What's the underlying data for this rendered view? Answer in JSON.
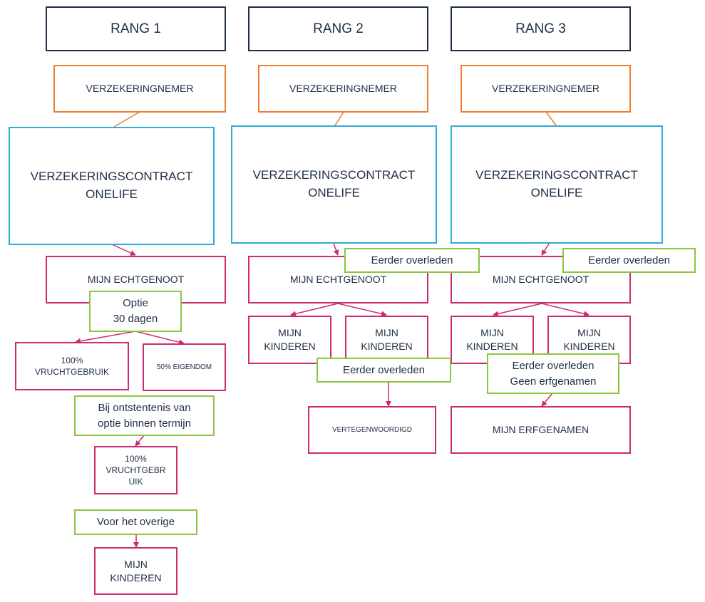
{
  "ranks": [
    "RANG 1",
    "RANG 2",
    "RANG 3"
  ],
  "holder_label": "VERZEKERINGNEMER",
  "contract_label": "VERZEKERINGSCONTRACT\nONELIFE",
  "colors": {
    "rank_border": "#1c2e45",
    "holder_border": "#ed7d31",
    "contract_border": "#2eaed6",
    "person_border": "#cc2a72",
    "condition_border": "#8cc63f",
    "text": "#1f2f45"
  },
  "rank1": {
    "spouse": "MIJN ECHTGENOOT",
    "option": "Optie\n30 dagen",
    "usufruct_choice": "100%\nVRUCHTGEBRUIK",
    "ownership_choice": "50% EIGENDOM",
    "no_option": "Bij ontstentenis van\noptie binnen termijn",
    "usufruct_default": "100%\nVRUCHTGEBR\nUIK",
    "remainder": "Voor het overige",
    "children": "MIJN\nKINDEREN"
  },
  "rank2": {
    "predeceased": "Eerder overleden",
    "spouse": "MIJN ECHTGENOOT",
    "child_a": "MIJN\nKINDEREN",
    "child_b": "MIJN\nKINDEREN",
    "predeceased_children": "Eerder overleden",
    "represented": "VERTEGENWOORDIGD"
  },
  "rank3": {
    "predeceased": "Eerder overleden",
    "spouse": "MIJN ECHTGENOOT",
    "child_a": "MIJN\nKINDEREN",
    "child_b": "MIJN\nKINDEREN",
    "no_heirs": "Eerder overleden\nGeen erfgenamen",
    "heirs": "MIJN ERFGENAMEN"
  }
}
